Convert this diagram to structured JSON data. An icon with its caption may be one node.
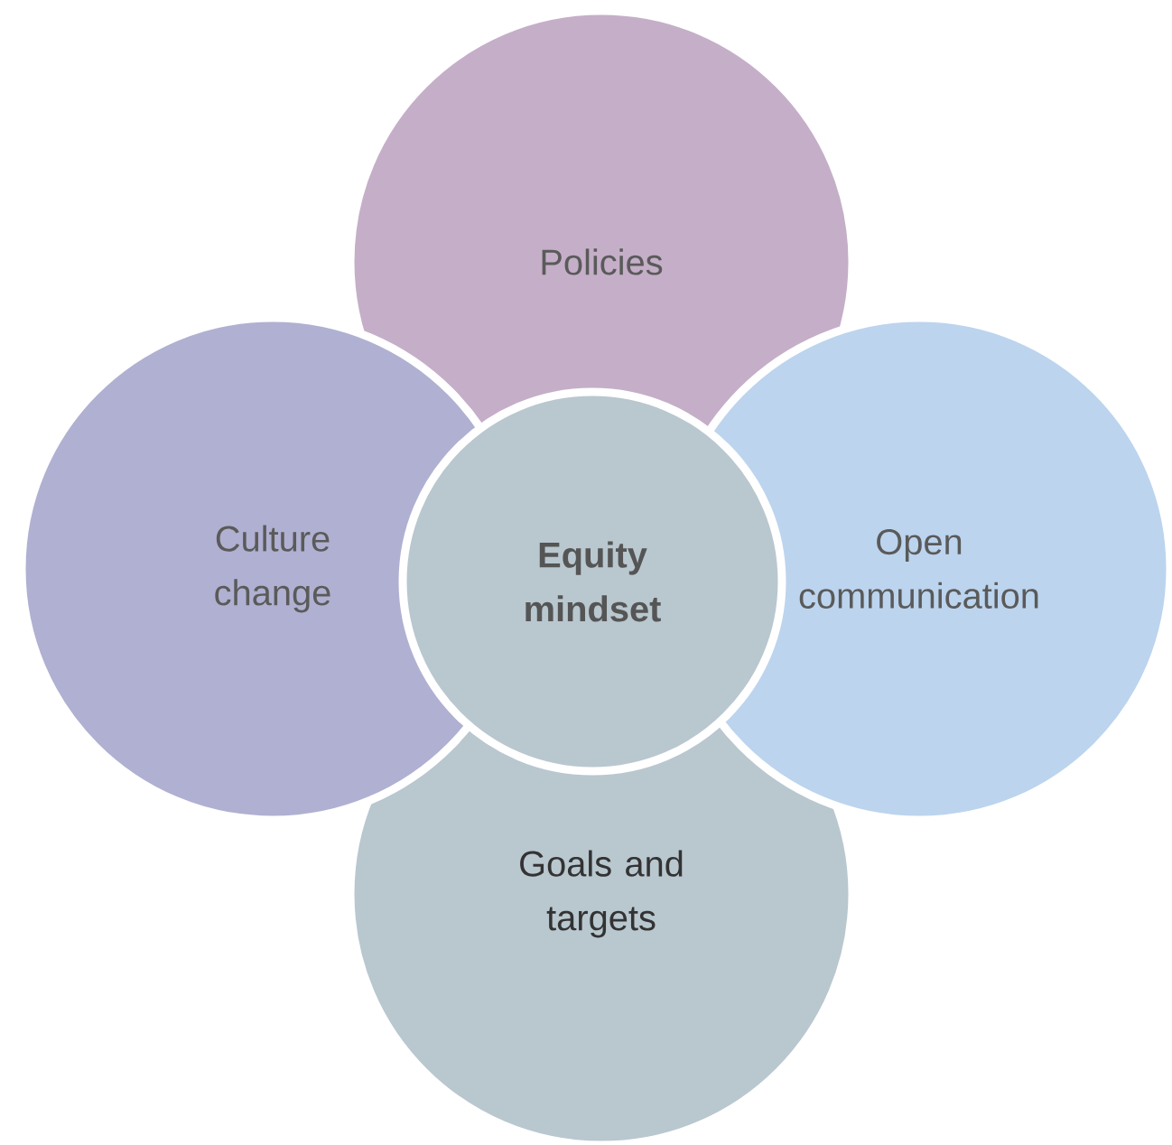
{
  "diagram": {
    "nodes": [
      {
        "text": [
          "Policies"
        ]
      },
      {
        "text": [
          "Culture change"
        ]
      },
      {
        "text": [
          "Equity mindset"
        ]
      },
      {
        "text": [
          "Open communication"
        ]
      },
      {
        "text": [
          "Goals and targets"
        ]
      }
    ]
  }
}
